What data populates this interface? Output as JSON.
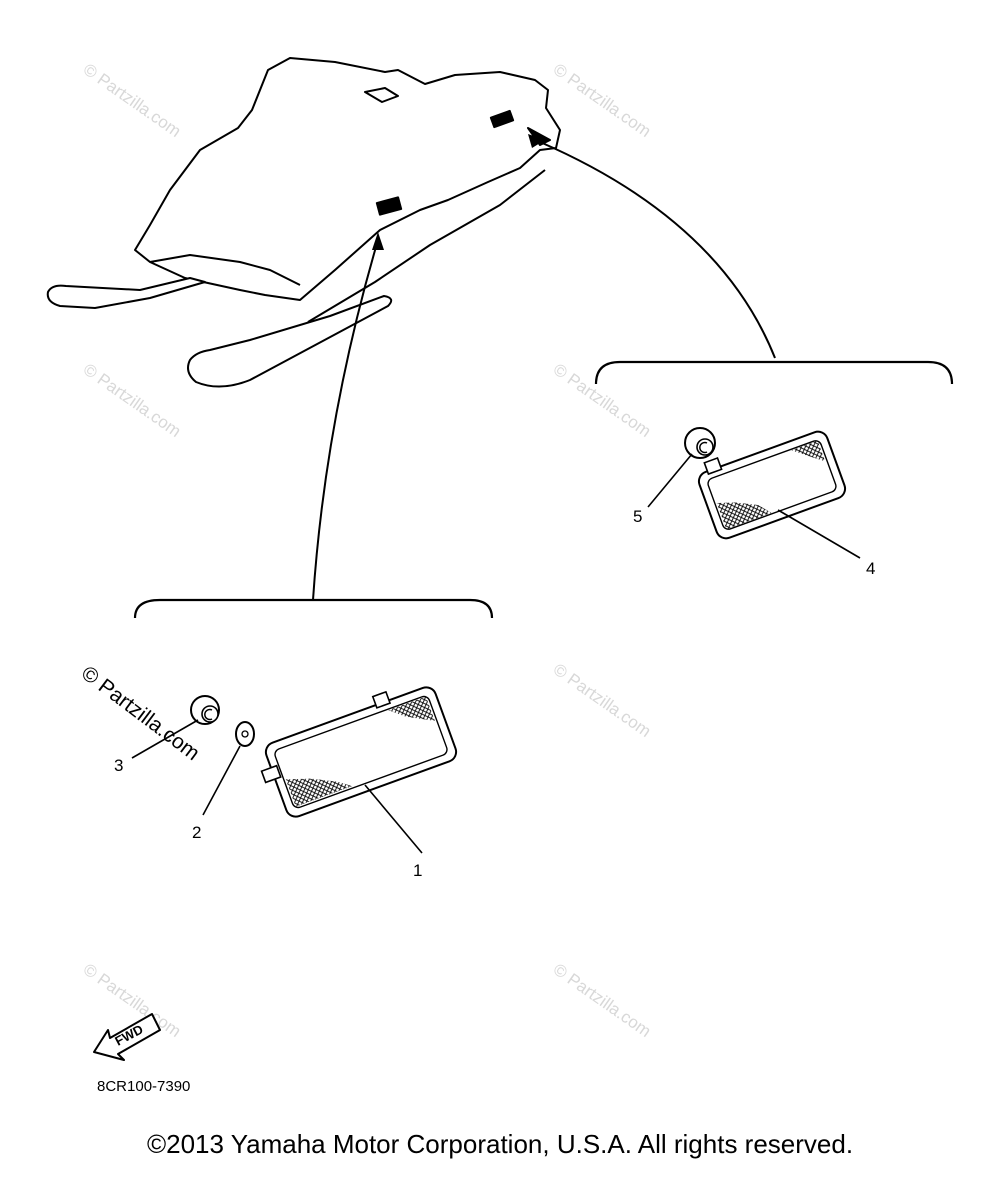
{
  "diagram": {
    "callouts": [
      "1",
      "2",
      "3",
      "4",
      "5"
    ],
    "diagram_code": "8CR100-7390",
    "fwd_label": "FWD",
    "watermark": "© Partzilla.com",
    "watermark_strong": "© Partzilla.com"
  },
  "footer": {
    "copyright": "©2013 Yamaha Motor Corporation, U.S.A. All rights reserved."
  }
}
